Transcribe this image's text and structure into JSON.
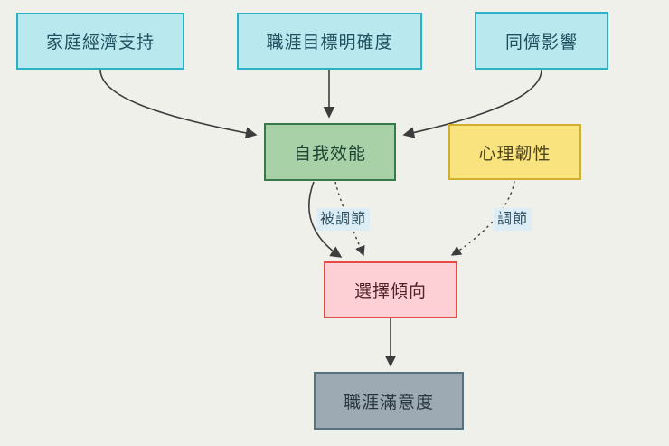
{
  "diagram": {
    "background_color": "#f0f0ea",
    "arrow_color": "#3d3d3d",
    "edge_label_background": "#dcedf6",
    "nodes": [
      {
        "id": "family-economic-support",
        "label": "家庭經濟支持",
        "fill": "#b9e8ef",
        "border": "#2cb2c7",
        "text_color": "#20505e"
      },
      {
        "id": "career-goal-clarity",
        "label": "職涯目標明確度",
        "fill": "#b9e8ef",
        "border": "#2cb2c7",
        "text_color": "#20505e"
      },
      {
        "id": "peer-influence",
        "label": "同儕影響",
        "fill": "#b9e8ef",
        "border": "#2cb2c7",
        "text_color": "#20505e"
      },
      {
        "id": "self-efficacy",
        "label": "自我效能",
        "fill": "#a8d1a8",
        "border": "#37794a",
        "text_color": "#1d4531"
      },
      {
        "id": "psychological-resilience",
        "label": "心理韌性",
        "fill": "#f9e37f",
        "border": "#d0ae2f",
        "text_color": "#4c441c"
      },
      {
        "id": "choice-tendency",
        "label": "選擇傾向",
        "fill": "#fdd0d6",
        "border": "#e34b4b",
        "text_color": "#4e2328"
      },
      {
        "id": "career-satisfaction",
        "label": "職涯滿意度",
        "fill": "#9daab3",
        "border": "#56727e",
        "text_color": "#273740"
      }
    ],
    "edges": [
      {
        "from": "family-economic-support",
        "to": "self-efficacy",
        "style": "solid",
        "label": ""
      },
      {
        "from": "career-goal-clarity",
        "to": "self-efficacy",
        "style": "solid",
        "label": ""
      },
      {
        "from": "peer-influence",
        "to": "self-efficacy",
        "style": "solid",
        "label": ""
      },
      {
        "from": "self-efficacy",
        "to": "choice-tendency",
        "style": "solid",
        "label": ""
      },
      {
        "from": "self-efficacy",
        "to": "choice-tendency",
        "style": "dotted",
        "label": "被調節"
      },
      {
        "from": "psychological-resilience",
        "to": "choice-tendency",
        "style": "dotted",
        "label": "調節"
      },
      {
        "from": "choice-tendency",
        "to": "career-satisfaction",
        "style": "solid",
        "label": ""
      }
    ]
  }
}
